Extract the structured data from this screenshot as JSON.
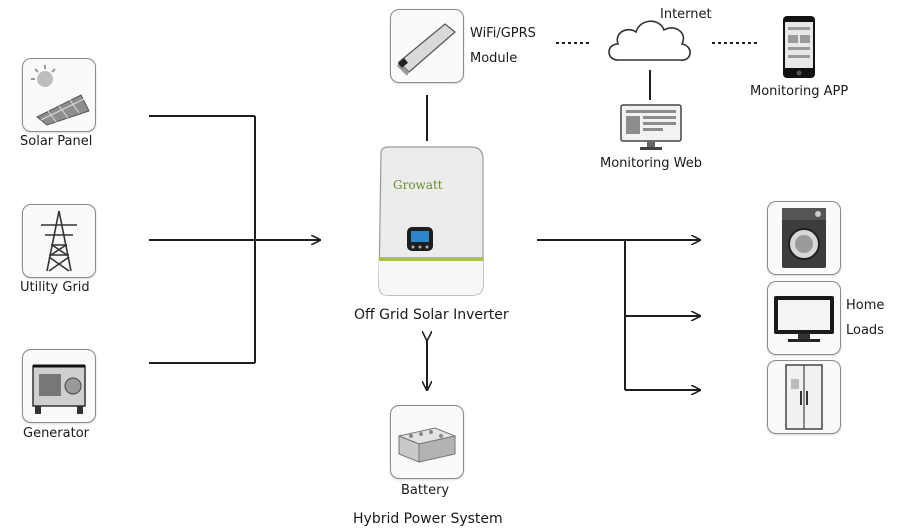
{
  "sources": {
    "solar_panel": "Solar Panel",
    "utility_grid": "Utility Grid",
    "generator": "Generator"
  },
  "monitoring": {
    "module_line1": "WiFi/GPRS",
    "module_line2": "Module",
    "internet": "Internet",
    "app": "Monitoring APP",
    "web": "Monitoring Web"
  },
  "inverter": {
    "label": "Off Grid Solar Inverter",
    "brand_text": "Growatt"
  },
  "storage": {
    "battery": "Battery"
  },
  "loads": {
    "line1": "Home",
    "line2": "Loads"
  },
  "caption": "Hybrid Power System",
  "colors": {
    "line": "#1f1f1f",
    "accent": "#a8c24a",
    "box_border": "#8a8a8a"
  }
}
